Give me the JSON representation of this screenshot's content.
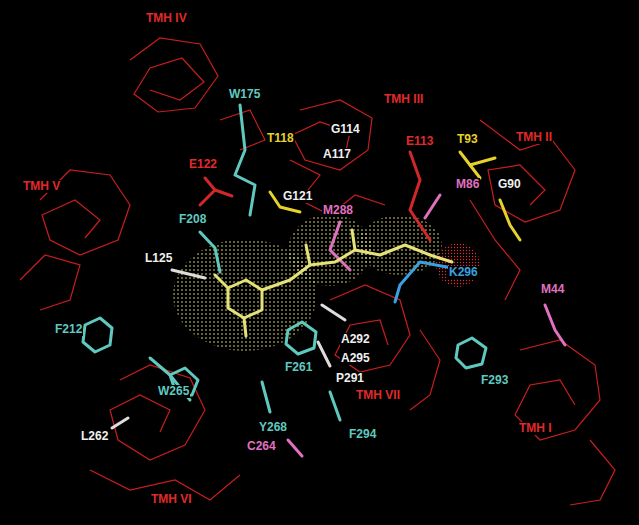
{
  "diagram": {
    "labels": [
      "TMH IV",
      "W175",
      "G114",
      "E113",
      "TMH III",
      "TMH II",
      "T93",
      "T118",
      "A117",
      "M86",
      "G90",
      "TMH V",
      "E122",
      "G121",
      "M288",
      "F208",
      "L125",
      "K296",
      "M44",
      "A292",
      "A295",
      "F212",
      "F261",
      "P291",
      "F293",
      "TMH VII",
      "W265",
      "L262",
      "Y268",
      "F294",
      "TMH I",
      "C264",
      "TMH VI"
    ]
  }
}
